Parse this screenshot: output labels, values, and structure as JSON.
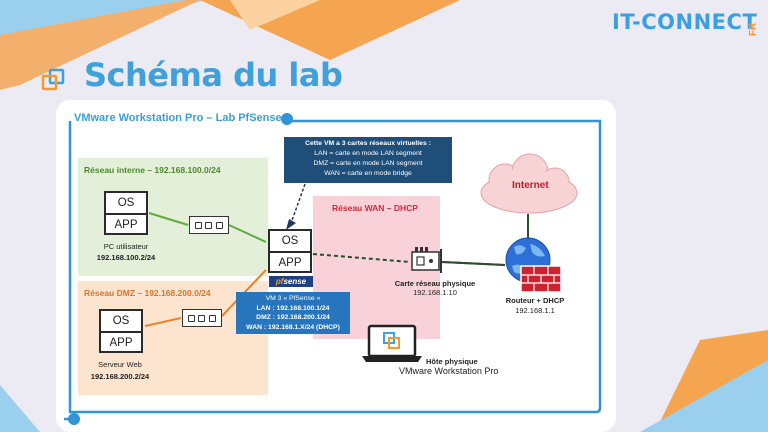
{
  "slide": {
    "title": "Schéma du lab",
    "brand": "IT-CONNECT",
    "brand_suffix": "FR"
  },
  "diagram": {
    "frame_title": "VMware Workstation Pro – Lab PfSense",
    "zones": {
      "lan": "Réseau interne – 192.168.100.0/24",
      "dmz": "Réseau DMZ – 192.168.200.0/24",
      "wan": "Réseau WAN – DHCP"
    },
    "info_box": [
      "Cette VM a 3 cartes réseaux virtuelles :",
      "LAN = carte en mode LAN segment",
      "DMZ = carte en mode LAN segment",
      "WAN = carte en mode bridge"
    ],
    "vm3_box": [
      "VM 3 « PfSense »",
      "LAN : 192.168.100.1/24",
      "DMZ : 192.168.200.1/24",
      "WAN : 192.168.1.X/24 (DHCP)"
    ],
    "vm_box": {
      "top": "OS",
      "bottom": "APP"
    },
    "pc_label": "PC utilisateur",
    "pc_ip": "192.168.100.2/24",
    "web_label": "Serveur Web",
    "web_ip": "192.168.200.2/24",
    "pfsense_logo": {
      "pf": "pf",
      "sense": "sense"
    },
    "nic_label": "Carte réseau physique",
    "nic_ip": "192.168.1.10",
    "host_label": "Hôte physique",
    "host_sub": "VMware Workstation Pro",
    "internet": "Internet",
    "router_label": "Routeur + DHCP",
    "router_ip": "192.168.1.1"
  },
  "colors": {
    "accent_blue": "#3fa0dc",
    "orange": "#f29a2e",
    "lan_bg": "#e3efd9",
    "dmz_bg": "#fde4cf",
    "wan_bg": "#f9d2d9"
  },
  "icons": [
    "logo-icon",
    "switch-icon",
    "nic-icon",
    "laptop-icon",
    "cloud-icon",
    "globe-icon",
    "firewall-icon"
  ]
}
